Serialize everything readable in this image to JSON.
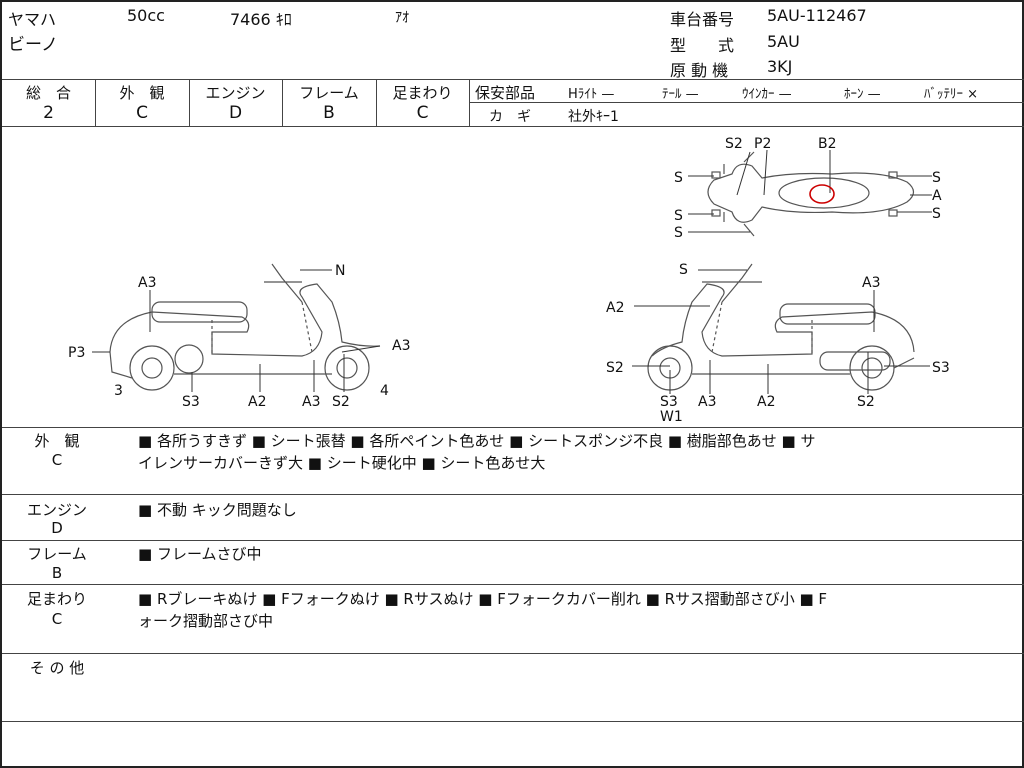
{
  "header": {
    "maker": "ヤマハ",
    "cc": "50cc",
    "km": "7466 ｷﾛ",
    "color": "ｱｵ",
    "model_name": "ビーノ",
    "frame_no_label": "車台番号",
    "frame_no": "5AU-112467",
    "type_label": "型　　式",
    "type": "5AU",
    "engine_label": "原 動 機",
    "engine": "3KJ"
  },
  "grades": {
    "overall_label": "総　合",
    "overall": "2",
    "exterior_label": "外　観",
    "exterior": "C",
    "engine_label": "エンジン",
    "engine": "D",
    "frame_label": "フレーム",
    "frame": "B",
    "suspension_label": "足まわり",
    "suspension": "C"
  },
  "safety": {
    "label": "保安部品",
    "headlight": "Hﾗｲﾄ —",
    "tail": "ﾃｰﾙ —",
    "winker": "ｳｲﾝｶｰ —",
    "horn": "ﾎｰﾝ —",
    "battery": "ﾊﾞｯﾃﾘｰ ×",
    "key_label": "カ　ギ",
    "key_value": "社外ｷｰ1"
  },
  "diagram": {
    "top": [
      "S2",
      "P2",
      "B2",
      "S",
      "S",
      "A",
      "S",
      "S",
      "S"
    ],
    "left": [
      "N",
      "A3",
      "P3",
      "A3",
      "3",
      "S3",
      "A2",
      "A3",
      "S2",
      "4"
    ],
    "right": [
      "S",
      "A3",
      "A2",
      "S2",
      "S3",
      "W1",
      "A3",
      "A2",
      "S2",
      "S3"
    ]
  },
  "remarks": [
    {
      "label": "外　観",
      "grade": "C",
      "line1": "■ 各所うすきず ■ シート張替 ■ 各所ペイント色あせ ■ シートスポンジ不良 ■ 樹脂部色あせ ■ サ",
      "line2": "イレンサーカバーきず大 ■ シート硬化中 ■ シート色あせ大"
    },
    {
      "label": "エンジン",
      "grade": "D",
      "line1": "■ 不動 キック問題なし",
      "line2": ""
    },
    {
      "label": "フレーム",
      "grade": "B",
      "line1": "■ フレームさび中",
      "line2": ""
    },
    {
      "label": "足まわり",
      "grade": "C",
      "line1": "■ Rブレーキぬけ ■ Fフォークぬけ ■ Rサスぬけ ■ Fフォークカバー削れ ■ Rサス摺動部さび小 ■ F",
      "line2": "ォーク摺動部さび中"
    },
    {
      "label": "そ の 他",
      "grade": "",
      "line1": "",
      "line2": ""
    }
  ]
}
